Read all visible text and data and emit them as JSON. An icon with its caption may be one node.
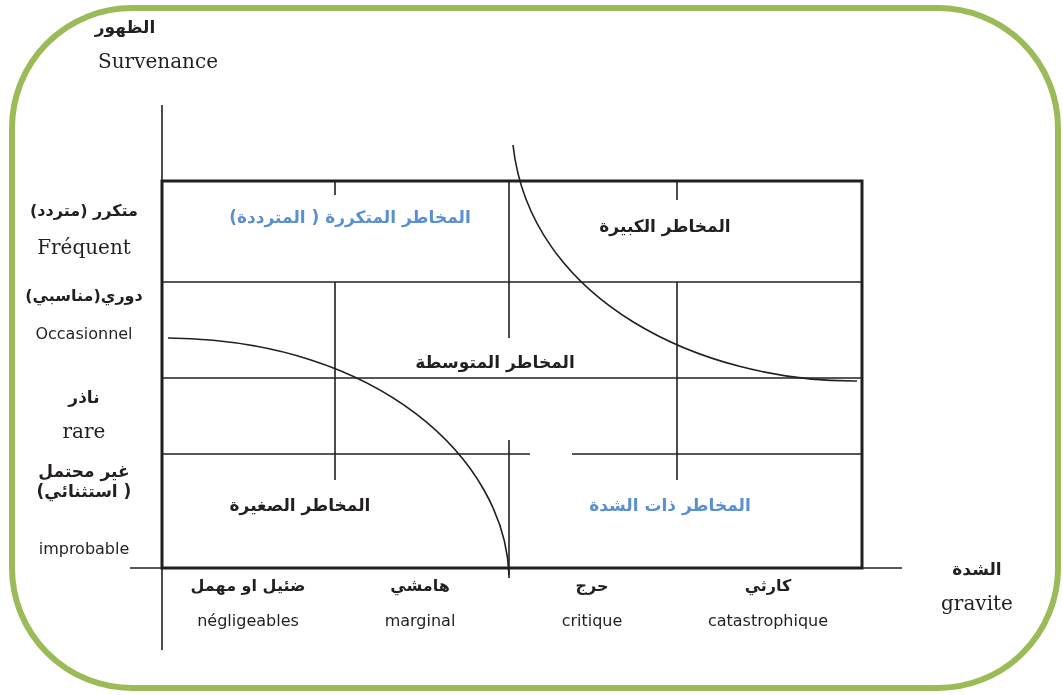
{
  "diagram": {
    "labels": [
      "الظهور",
      "Survenance",
      "متكرر (متردد)",
      "Fréquent",
      "دوري(مناسبي)",
      "Occasionnel",
      "ناذر",
      "rare",
      "غير محتمل ( استثنائي)",
      "improbable",
      "المخاطر المتكررة ( المترددة)",
      "المخاطر الكبيرة",
      "المخاطر المتوسطة",
      "المخاطر الصغيرة",
      "المخاطر ذات الشدة",
      "ضئيل او مهمل",
      "négligeables",
      "هامشي",
      "marginal",
      "حرج",
      "critique",
      "كارثي",
      "catastrophique",
      "الشدة",
      "gravite"
    ]
  }
}
